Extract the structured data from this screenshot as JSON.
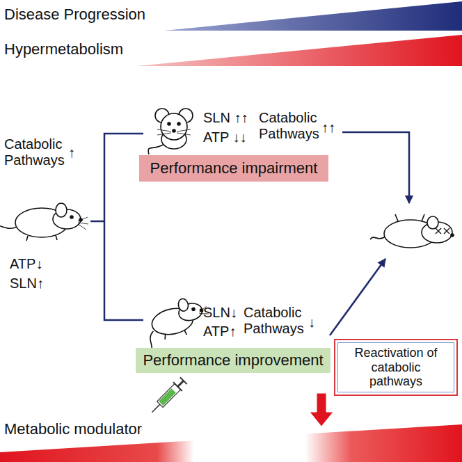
{
  "diagram": {
    "nodes": [
      {
        "text": [
          "Performance impairment"
        ]
      },
      {
        "text": [
          "Performance improvement"
        ]
      },
      {
        "text": [
          "Reactivation of catabolic pathways"
        ]
      }
    ],
    "labels": [
      "Disease Progression",
      "Hypermetabolism",
      "Catabolic Pathways",
      "↑",
      "ATP↓",
      "SLN↑",
      "SLN ↑↑",
      "ATP ↓↓",
      "Catabolic Pathways",
      "↑↑",
      "SLN↓",
      "ATP↑",
      "Catabolic Pathways",
      "↓",
      "Metabolic modulator"
    ]
  }
}
